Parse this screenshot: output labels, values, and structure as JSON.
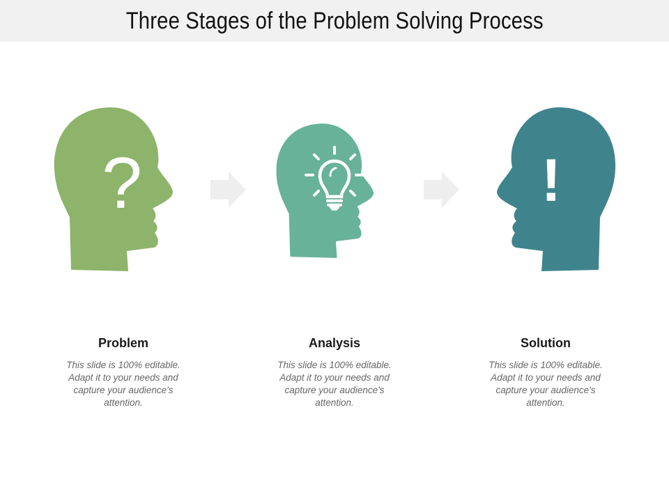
{
  "title": "Three Stages of the Problem Solving Process",
  "colors": {
    "problem": "#8db46a",
    "analysis": "#68b29a",
    "solution": "#3f848d",
    "arrow": "#eeeeee",
    "title_bar": "#f1f1f1"
  },
  "stages": [
    {
      "label": "Problem",
      "symbol": "?",
      "icon": "question-mark-icon",
      "description": "This slide is 100% editable. Adapt it to your needs and capture your audience's attention."
    },
    {
      "label": "Analysis",
      "symbol": "",
      "icon": "light-bulb-icon",
      "description": "This slide is 100% editable. Adapt it to your needs and capture your audience's attention."
    },
    {
      "label": "Solution",
      "symbol": "!",
      "icon": "exclamation-mark-icon",
      "description": "This slide is 100% editable. Adapt it to your needs and capture your audience's attention."
    }
  ]
}
